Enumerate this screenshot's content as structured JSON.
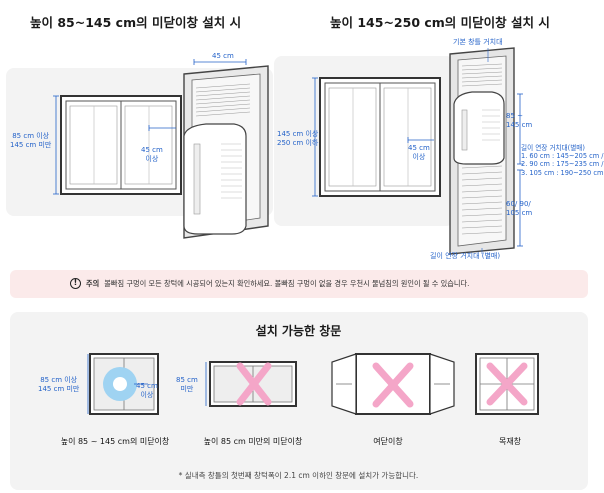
{
  "top": {
    "left_title": "높이 85~145 cm의 미닫이창 설치 시",
    "right_title": "높이 145~250 cm의 미닫이창 설치 시",
    "left": {
      "width_label": "45 cm",
      "height_label_line1": "85 cm 이상",
      "height_label_line2": "145 cm 미만",
      "gap_label_line1": "45 cm",
      "gap_label_line2": "이상"
    },
    "right": {
      "top_rail_label": "기본 창틀 거치대",
      "height_label_line1": "145 cm 이상",
      "height_label_line2": "250 cm 이하",
      "gap_label_line1": "45 cm",
      "gap_label_line2": "이상",
      "unit_height_line1": "85 ~",
      "unit_height_line2": "145 cm",
      "ext_title": "길이 연장 거치대(별매)",
      "ext_line1": "1. 60 cm : 145~205 cm /",
      "ext_line2": "2. 90 cm : 175~235 cm /",
      "ext_line3": "3. 105 cm : 190~250 cm",
      "lower_line1": "60/ 90/",
      "lower_line2": "105 cm",
      "bottom_label": "길이 연장 거치대 (별매)"
    }
  },
  "notice": {
    "icon": "exclamation-circle-icon",
    "title": "주의",
    "text": "볼빠짐 구멍이 모든 창턱에 시공되어 있는지 확인하세요. 볼빠짐 구멍이 없을 경우 우천시 물넘침의 원인이 될 수 있습니다."
  },
  "section2": {
    "title": "설치 가능한 창문",
    "items": [
      {
        "caption": "높이 85 ~ 145 cm의 미닫이창",
        "label1": "85 cm 이상",
        "label2": "145 cm 미만",
        "gap1": "45 cm",
        "gap2": "이상"
      },
      {
        "caption": "높이 85 cm 미만의 미닫이창",
        "label1": "85 cm",
        "label2": "미만"
      },
      {
        "caption": "여닫이창"
      },
      {
        "caption": "목재창"
      }
    ],
    "footnote": "* 실내측 창틀의 첫번째 창턱폭이 2.1 cm 이하인 창문에 설치가 가능합니다."
  },
  "colors": {
    "blue": "#2563c9",
    "pink": "#f4a6c8",
    "notice_bg": "#fbeaea"
  }
}
